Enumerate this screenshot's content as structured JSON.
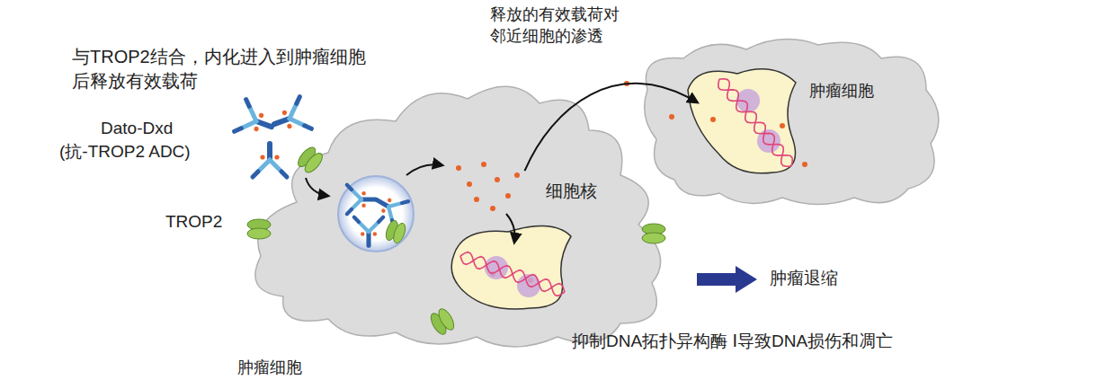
{
  "diagram": {
    "nodes": [
      {
        "text": [
          "肿瘤细胞"
        ]
      },
      {
        "text": [
          "细胞核"
        ],
        "in": 0
      },
      {
        "text": [
          "肿瘤细胞"
        ]
      }
    ],
    "edges": [
      {
        "from": 0,
        "to": 2,
        "arrow": "to",
        "label": "释放的有效载荷对邻近细胞的渗透"
      }
    ],
    "labels": [
      "与TROP2结合，内化进入到肿瘤细胞后释放有效载荷",
      "Dato-Dxd",
      "(抗-TROP2 ADC)",
      "TROP2",
      "肿瘤退缩",
      "抑制DNA拓扑异构酶 Ⅰ导致DNA损伤和凋亡"
    ]
  }
}
